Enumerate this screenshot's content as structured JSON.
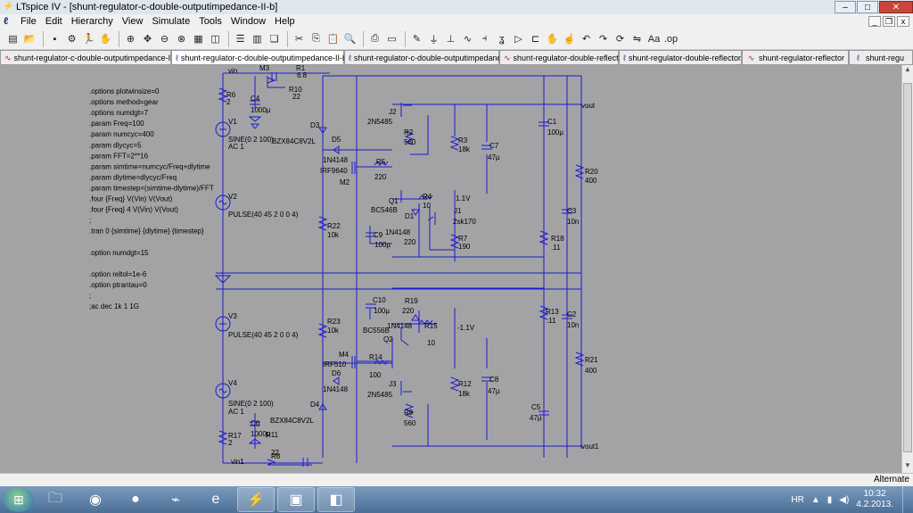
{
  "window": {
    "app_icon": "ltspice-icon",
    "title": "LTspice IV - [shunt-regulator-c-double-outputimpedance-II-b]",
    "minimize": "–",
    "maximize": "□",
    "close": "✕"
  },
  "menu": {
    "items": [
      "File",
      "Edit",
      "Hierarchy",
      "View",
      "Simulate",
      "Tools",
      "Window",
      "Help"
    ],
    "mdi_minimize": "_",
    "mdi_restore": "❐",
    "mdi_close": "x"
  },
  "toolbar": {
    "tools": [
      {
        "icon": "new-schematic-icon",
        "glyph": "▤"
      },
      {
        "icon": "open-icon",
        "glyph": "📂"
      },
      {
        "icon": "save-icon",
        "glyph": "▪"
      },
      {
        "icon": "control-panel-icon",
        "glyph": "⚙"
      },
      {
        "icon": "run-icon",
        "glyph": "🏃"
      },
      {
        "icon": "halt-icon",
        "glyph": "✋"
      },
      {
        "icon": "zoom-in-icon",
        "glyph": "⊕"
      },
      {
        "icon": "pan-icon",
        "glyph": "✥"
      },
      {
        "icon": "zoom-out-icon",
        "glyph": "⊖"
      },
      {
        "icon": "zoom-fit-icon",
        "glyph": "⊗"
      },
      {
        "icon": "autorange-icon",
        "glyph": "▦"
      },
      {
        "icon": "fft-icon",
        "glyph": "◫"
      },
      {
        "icon": "tile-horizontal-icon",
        "glyph": "☰"
      },
      {
        "icon": "tile-vertical-icon",
        "glyph": "▥"
      },
      {
        "icon": "cascade-icon",
        "glyph": "❏"
      },
      {
        "icon": "cut-icon",
        "glyph": "✂"
      },
      {
        "icon": "copy-icon",
        "glyph": "⎘"
      },
      {
        "icon": "paste-icon",
        "glyph": "📋"
      },
      {
        "icon": "find-icon",
        "glyph": "🔍"
      },
      {
        "icon": "print-icon",
        "glyph": "⎙"
      },
      {
        "icon": "print-preview-icon",
        "glyph": "▭"
      },
      {
        "icon": "wire-icon",
        "glyph": "✎"
      },
      {
        "icon": "ground-icon",
        "glyph": "⏚"
      },
      {
        "icon": "label-net-icon",
        "glyph": "⊥"
      },
      {
        "icon": "resistor-icon",
        "glyph": "∿"
      },
      {
        "icon": "capacitor-icon",
        "glyph": "⫞"
      },
      {
        "icon": "inductor-icon",
        "glyph": "ʓ"
      },
      {
        "icon": "diode-icon",
        "glyph": "▷"
      },
      {
        "icon": "component-icon",
        "glyph": "⊏"
      },
      {
        "icon": "move-icon",
        "glyph": "✋"
      },
      {
        "icon": "drag-icon",
        "glyph": "☝"
      },
      {
        "icon": "undo-icon",
        "glyph": "↶"
      },
      {
        "icon": "redo-icon",
        "glyph": "↷"
      },
      {
        "icon": "rotate-icon",
        "glyph": "⟳"
      },
      {
        "icon": "mirror-icon",
        "glyph": "⇋"
      },
      {
        "icon": "text-icon",
        "glyph": "Aa"
      },
      {
        "icon": "spice-directive-icon",
        "glyph": ".op"
      }
    ]
  },
  "tabs": [
    {
      "label": "shunt-regulator-c-double-outputimpedance-II-b",
      "kind": "waveform",
      "active": false
    },
    {
      "label": "shunt-regulator-c-double-outputimpedance-II-b",
      "kind": "schematic",
      "active": true
    },
    {
      "label": "shunt-regulator-c-double-outputimpedance-III",
      "kind": "schematic",
      "active": false
    },
    {
      "label": "shunt-regulator-double-reflector",
      "kind": "waveform",
      "active": false
    },
    {
      "label": "shunt-regulator-double-reflector",
      "kind": "schematic",
      "active": false
    },
    {
      "label": "shunt-regulator-reflector",
      "kind": "waveform",
      "active": false
    },
    {
      "label": "shunt-regu",
      "kind": "schematic",
      "active": false
    }
  ],
  "schematic": {
    "colors": {
      "background": "#a3a3a5",
      "wire": "#1b1bd0",
      "text": "#000000"
    },
    "directives": [
      ".options plotwinsize=0",
      ".options method=gear",
      ".options numdgt=7",
      ".param Freq=100",
      ".param numcyc=400",
      ".param dlycyc=5",
      ".param FFT=2**16",
      ".param simtime=numcyc/Freq+dlytime",
      ".param dlytime=dlycyc/Freq",
      ".param timestep=(simtime-dlytime)/FFT",
      ".four {Freq} V(Vin) V(Vout)",
      ".four {Freq} 4 V(Vin) V(Vout)",
      ";",
      ".tran 0 {simtime} {dlytime} {timestep}",
      "",
      ".option numdgt=15",
      "",
      ".option reltol=1e-6",
      ".option ptrantau=0",
      ";",
      ";ac dec 1k 1 1G"
    ],
    "labels": [
      {
        "text": "vin"
      },
      {
        "text": "R6"
      },
      {
        "text": "2"
      },
      {
        "text": "C4"
      },
      {
        "text": "1000µ"
      },
      {
        "text": "M3"
      },
      {
        "text": "R1"
      },
      {
        "text": "6.8"
      },
      {
        "text": "R10"
      },
      {
        "text": "22"
      },
      {
        "text": "V1"
      },
      {
        "text": "SINE(0 2 100)"
      },
      {
        "text": "AC 1"
      },
      {
        "text": "D3"
      },
      {
        "text": "BZX84C8V2L"
      },
      {
        "text": "D5"
      },
      {
        "text": "1N4148"
      },
      {
        "text": "IRF9640"
      },
      {
        "text": "M2"
      },
      {
        "text": "R5"
      },
      {
        "text": "220"
      },
      {
        "text": "J2"
      },
      {
        "text": "2N5485"
      },
      {
        "text": "R2"
      },
      {
        "text": "560"
      },
      {
        "text": "R3"
      },
      {
        "text": "18k"
      },
      {
        "text": "C7"
      },
      {
        "text": "47µ"
      },
      {
        "text": "C1"
      },
      {
        "text": "100µ"
      },
      {
        "text": "vout"
      },
      {
        "text": "R20"
      },
      {
        "text": "400"
      },
      {
        "text": "V2"
      },
      {
        "text": "PULSE(40 45 2 0 0 4)"
      },
      {
        "text": "R22"
      },
      {
        "text": "10k"
      },
      {
        "text": "Q1"
      },
      {
        "text": "BC546B"
      },
      {
        "text": "D1"
      },
      {
        "text": "1N4148"
      },
      {
        "text": "R4"
      },
      {
        "text": "10"
      },
      {
        "text": "1.1V"
      },
      {
        "text": "J1"
      },
      {
        "text": "2sk170"
      },
      {
        "text": "C3"
      },
      {
        "text": "10n"
      },
      {
        "text": "C9"
      },
      {
        "text": "100µ"
      },
      {
        "text": "220"
      },
      {
        "text": "R7"
      },
      {
        "text": "190"
      },
      {
        "text": "R18"
      },
      {
        "text": ".11"
      },
      {
        "text": "C10"
      },
      {
        "text": "100µ"
      },
      {
        "text": "R19"
      },
      {
        "text": "220"
      },
      {
        "text": "R13"
      },
      {
        "text": ".11"
      },
      {
        "text": "C2"
      },
      {
        "text": "10n"
      },
      {
        "text": "V3"
      },
      {
        "text": "PULSE(40 45 2 0 0 4)"
      },
      {
        "text": "R23"
      },
      {
        "text": "10k"
      },
      {
        "text": "BC556B"
      },
      {
        "text": "1N4148"
      },
      {
        "text": "Q2"
      },
      {
        "text": "R15"
      },
      {
        "text": "10"
      },
      {
        "text": "-1.1V"
      },
      {
        "text": "M4"
      },
      {
        "text": "IRF510"
      },
      {
        "text": "D6"
      },
      {
        "text": "1N4148"
      },
      {
        "text": "R14"
      },
      {
        "text": "100"
      },
      {
        "text": "R21"
      },
      {
        "text": "400"
      },
      {
        "text": "V4"
      },
      {
        "text": "SINE(0 2 100)"
      },
      {
        "text": "AC 1"
      },
      {
        "text": "D4"
      },
      {
        "text": "BZX84C8V2L"
      },
      {
        "text": "J3"
      },
      {
        "text": "2N5485"
      },
      {
        "text": "R12"
      },
      {
        "text": "18k"
      },
      {
        "text": "C8"
      },
      {
        "text": "47µ"
      },
      {
        "text": "C5"
      },
      {
        "text": "47µ"
      },
      {
        "text": "C6"
      },
      {
        "text": "1000µ"
      },
      {
        "text": "R11"
      },
      {
        "text": "22"
      },
      {
        "text": "R17"
      },
      {
        "text": "2"
      },
      {
        "text": "R9"
      },
      {
        "text": "560"
      },
      {
        "text": "vout1"
      },
      {
        "text": "R8"
      },
      {
        "text": "vin1"
      }
    ]
  },
  "statusbar": {
    "mode": "Alternate"
  },
  "taskbar": {
    "start_icon": "windows-start-icon",
    "apps": [
      {
        "icon": "file-explorer-icon",
        "glyph": "🗀",
        "running": false
      },
      {
        "icon": "media-player-icon",
        "glyph": "◉",
        "running": false
      },
      {
        "icon": "program-icon",
        "glyph": "●",
        "running": false
      },
      {
        "icon": "scope-app-icon",
        "glyph": "⌁",
        "running": false
      },
      {
        "icon": "internet-explorer-icon",
        "glyph": "e",
        "running": false
      },
      {
        "icon": "ltspice-taskbar-icon",
        "glyph": "⚡",
        "running": true
      },
      {
        "icon": "picture-viewer-icon",
        "glyph": "▣",
        "running": true
      },
      {
        "icon": "window-app-icon",
        "glyph": "◧",
        "running": true
      }
    ],
    "language": "HR",
    "time": "10:32",
    "date": "4.2.2013."
  }
}
